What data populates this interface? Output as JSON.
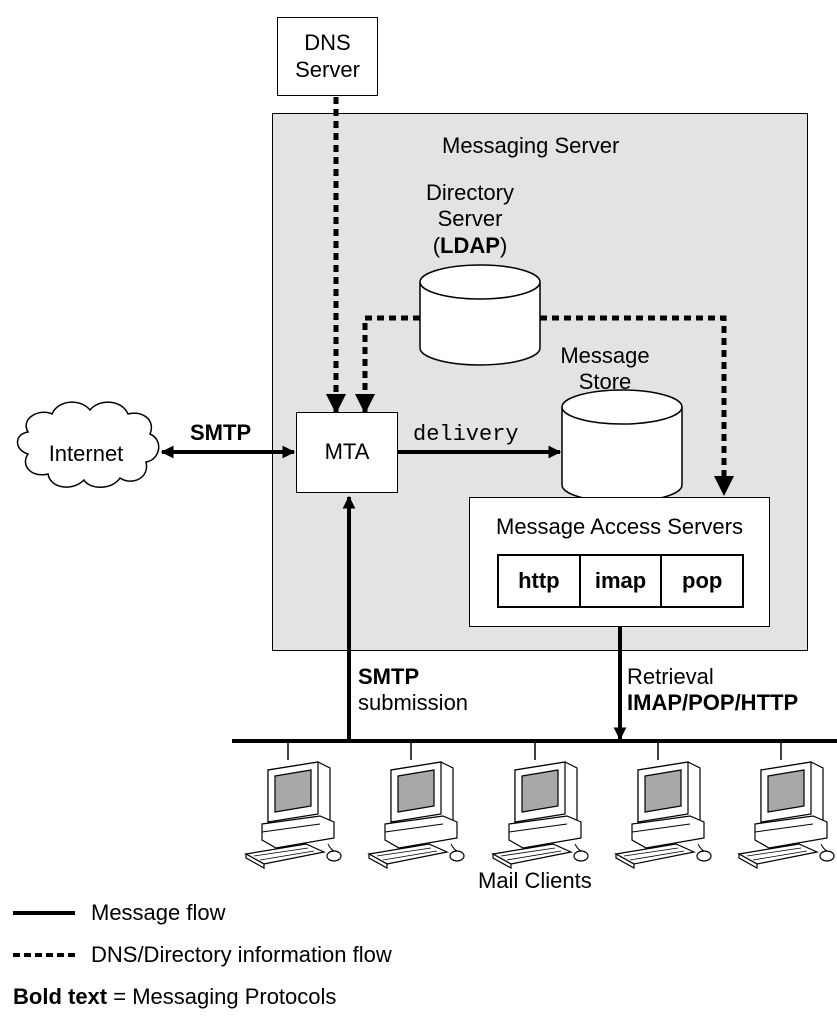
{
  "dns_server": {
    "line1": "DNS",
    "line2": "Server"
  },
  "messaging_server": {
    "title": "Messaging Server"
  },
  "directory_server": {
    "line1": "Directory",
    "line2": "Server",
    "ldap_open": "(",
    "ldap": "LDAP",
    "ldap_close": ")"
  },
  "message_store": {
    "line1": "Message",
    "line2": "Store"
  },
  "mta": {
    "label": "MTA"
  },
  "delivery": {
    "label": "delivery"
  },
  "internet": {
    "label": "Internet"
  },
  "smtp_internet": {
    "label": "SMTP"
  },
  "access_servers": {
    "title": "Message Access Servers",
    "protocols": [
      "http",
      "imap",
      "pop"
    ]
  },
  "submission": {
    "protocol": "SMTP",
    "label": "submission"
  },
  "retrieval": {
    "label": "Retrieval",
    "protocols": "IMAP/POP/HTTP"
  },
  "mail_clients": {
    "label": "Mail Clients"
  },
  "legend": {
    "message_flow": "Message flow",
    "dns_flow": "DNS/Directory information flow",
    "bold_text": "Bold text",
    "bold_desc": " = Messaging Protocols"
  },
  "colors": {
    "server_fill": "#e3e3e3",
    "line": "#000000",
    "monitor_screen": "#a8a8a8"
  }
}
